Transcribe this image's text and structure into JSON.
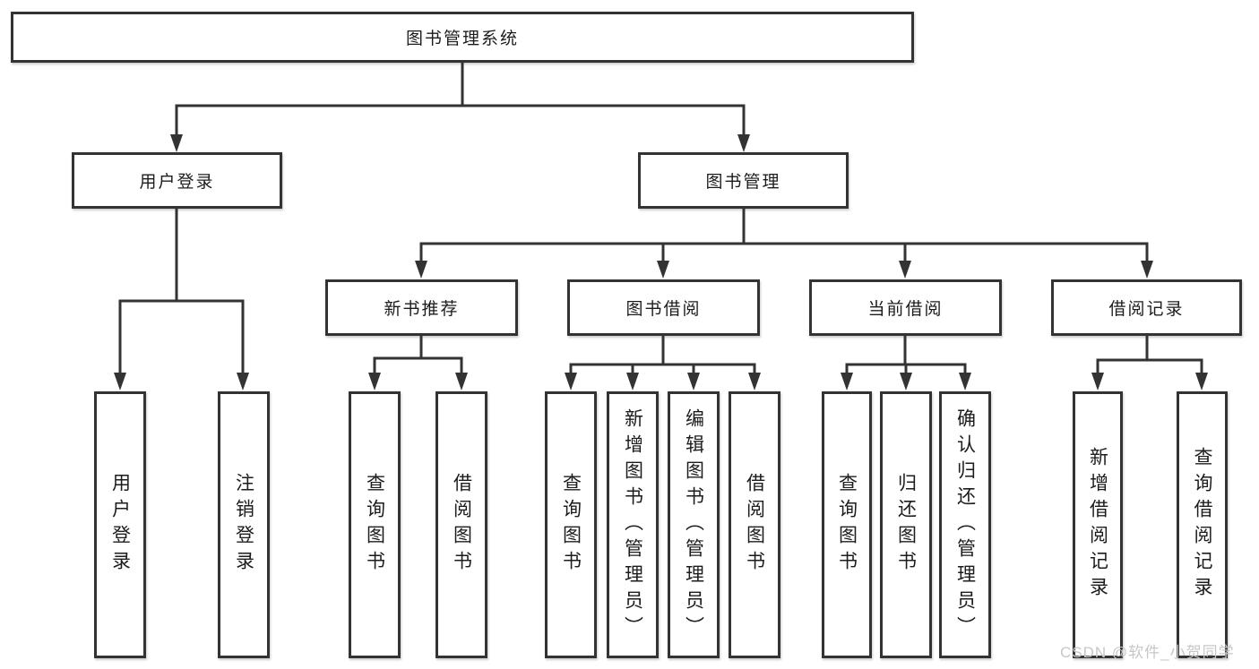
{
  "tree": {
    "root": {
      "label": "图书管理系统"
    },
    "children": [
      {
        "label": "用户登录",
        "children": [
          {
            "label": "用户登录"
          },
          {
            "label": "注销登录"
          }
        ]
      },
      {
        "label": "图书管理",
        "children": [
          {
            "label": "新书推荐",
            "children": [
              {
                "label": "查询图书"
              },
              {
                "label": "借阅图书"
              }
            ]
          },
          {
            "label": "图书借阅",
            "children": [
              {
                "label": "查询图书"
              },
              {
                "label": "新增图书（管理员）"
              },
              {
                "label": "编辑图书（管理员）"
              },
              {
                "label": "借阅图书"
              }
            ]
          },
          {
            "label": "当前借阅",
            "children": [
              {
                "label": "查询图书"
              },
              {
                "label": "归还图书"
              },
              {
                "label": "确认归还（管理员）"
              }
            ]
          },
          {
            "label": "借阅记录",
            "children": [
              {
                "label": "新增借阅记录"
              },
              {
                "label": "查询借阅记录"
              }
            ]
          }
        ]
      }
    ]
  },
  "watermark": {
    "text": "CSDN @软件_小贺同学"
  },
  "colors": {
    "line": "#333333",
    "box_border": "#333333",
    "text": "#1c1c1c",
    "watermark": "#c7c7c7",
    "background": "#ffffff"
  }
}
